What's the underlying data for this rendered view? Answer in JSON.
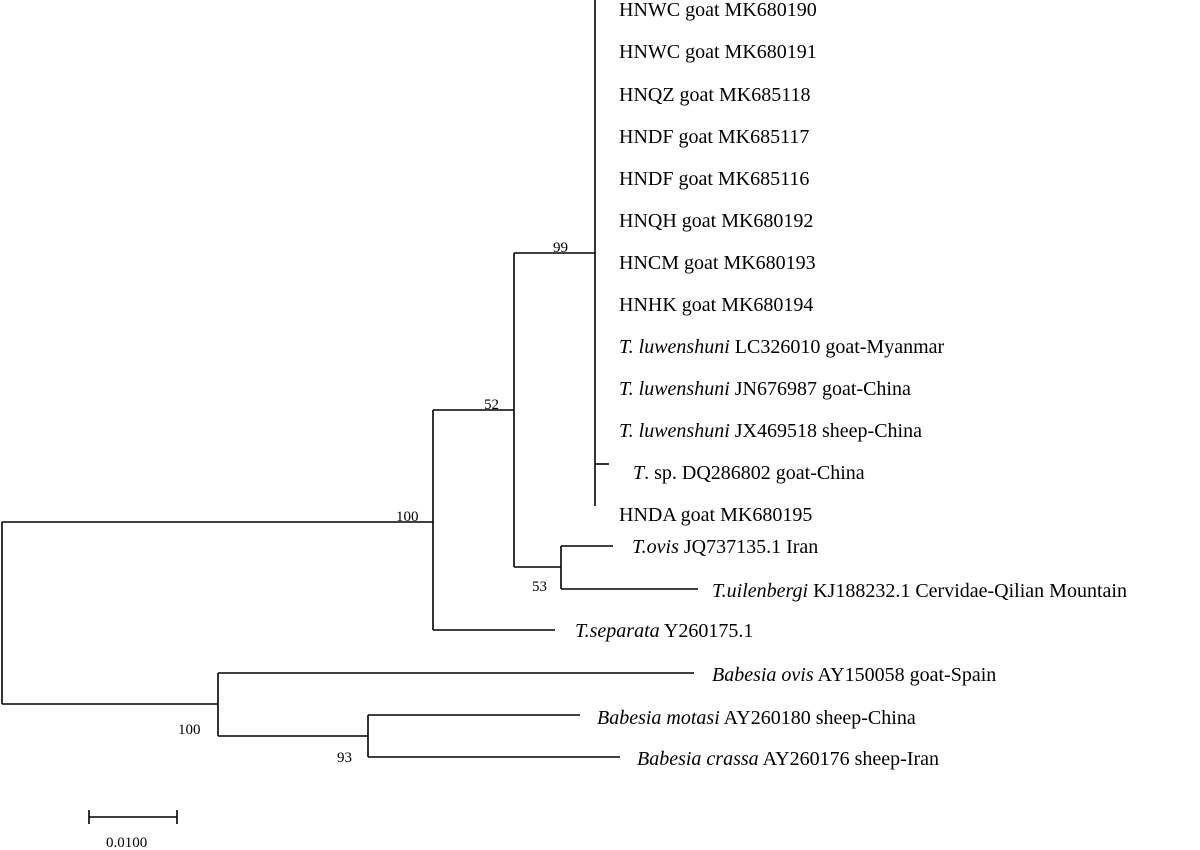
{
  "tree": {
    "leaves": [
      {
        "italic": "",
        "rest": "HNWC goat MK680190"
      },
      {
        "italic": "",
        "rest": "HNWC goat MK680191"
      },
      {
        "italic": "",
        "rest": "HNQZ goat MK685118"
      },
      {
        "italic": "",
        "rest": "HNDF goat MK685117"
      },
      {
        "italic": "",
        "rest": "HNDF goat MK685116"
      },
      {
        "italic": "",
        "rest": "HNQH goat MK680192"
      },
      {
        "italic": "",
        "rest": "HNCM goat MK680193"
      },
      {
        "italic": "",
        "rest": "HNHK goat MK680194"
      },
      {
        "italic": "T. luwenshuni",
        "rest": " LC326010 goat-Myanmar"
      },
      {
        "italic": "T. luwenshuni",
        "rest": " JN676987 goat-China"
      },
      {
        "italic": "T. luwenshuni",
        "rest": " JX469518 sheep-China"
      },
      {
        "italic": "T",
        "rest": ". sp. DQ286802 goat-China"
      },
      {
        "italic": "",
        "rest": "HNDA goat MK680195"
      },
      {
        "italic": "T.ovis",
        "rest": " JQ737135.1 Iran"
      },
      {
        "italic": "T.uilenbergi",
        "rest": " KJ188232.1 Cervidae-Qilian Mountain"
      },
      {
        "italic": "T.separata",
        "rest": " Y260175.1"
      },
      {
        "italic": "Babesia ovis",
        "rest": " AY150058 goat-Spain"
      },
      {
        "italic": "Babesia motasi",
        "rest": " AY260180 sheep-China"
      },
      {
        "italic": "Babesia crassa",
        "rest": " AY260176 sheep-Iran"
      }
    ],
    "bootstrap": [
      "99",
      "52",
      "100",
      "53",
      "100",
      "93"
    ],
    "scale_bar": {
      "label": "0.0100",
      "length": 0.01
    }
  }
}
